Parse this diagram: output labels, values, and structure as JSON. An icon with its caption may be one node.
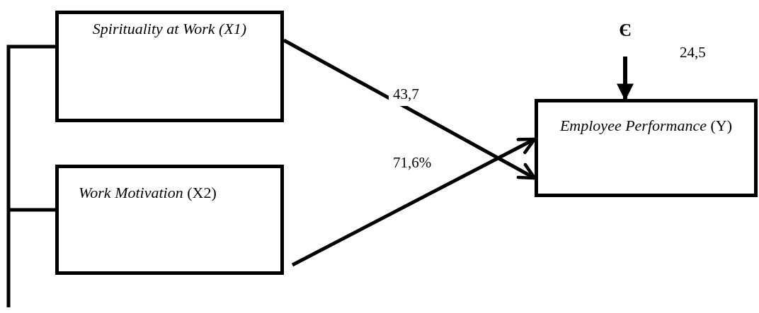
{
  "diagram": {
    "nodes": [
      {
        "text": [
          "Spirituality at Work (X1)"
        ]
      },
      {
        "text": [
          "*Work Motivation* (X2)"
        ]
      },
      {
        "text": [
          "*Employee Performance*  (Y)"
        ]
      },
      {
        "text": [
          "Є"
        ],
        "beside": [
          "24,5"
        ]
      }
    ],
    "edges": [
      {
        "from": 0,
        "to": 1,
        "arrow": "none"
      },
      {
        "from": 0,
        "to": 2,
        "arrow": "to",
        "label": "43,7"
      },
      {
        "from": 1,
        "to": 2,
        "arrow": "to",
        "label": "71,6%"
      },
      {
        "from": 3,
        "to": 2,
        "arrow": "to"
      }
    ]
  }
}
